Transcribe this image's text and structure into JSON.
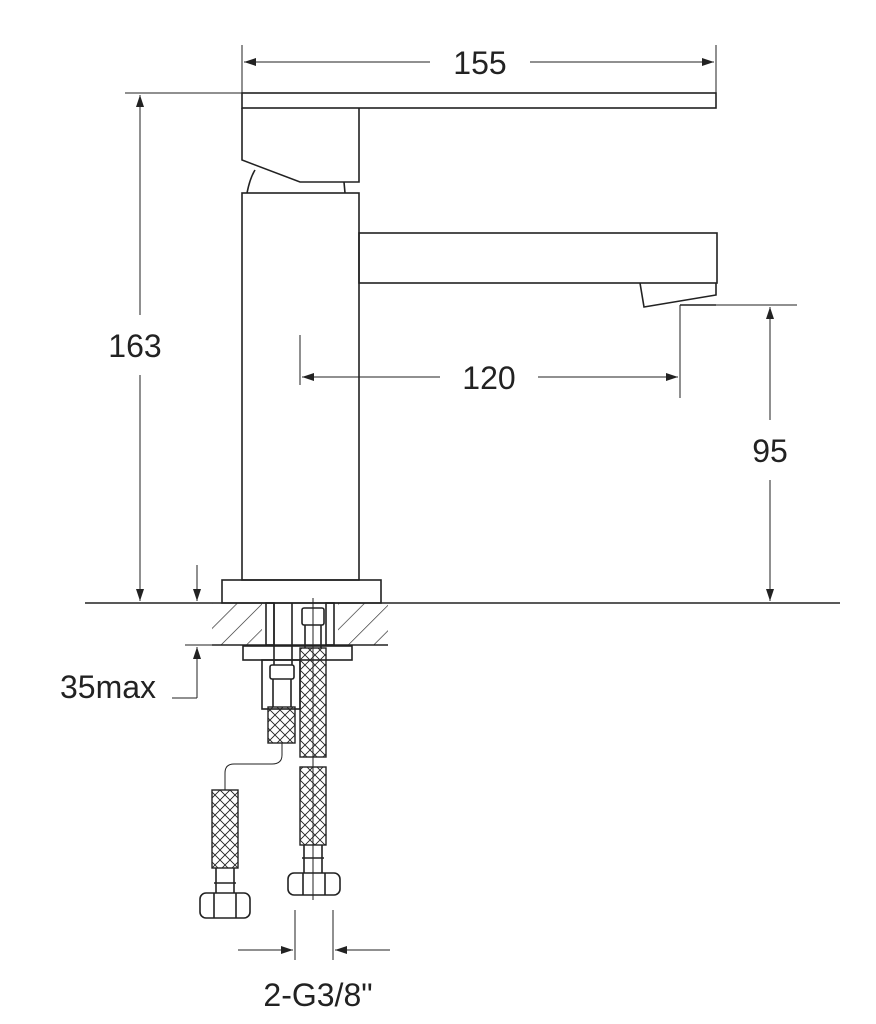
{
  "title": "Basin mixer dimension drawing",
  "dimensions": {
    "overall_width": "155",
    "overall_height": "163",
    "spout_reach": "120",
    "spout_height": "95",
    "counter_thickness": "35max",
    "connection": "2-G3/8\""
  },
  "colors": {
    "line": "#222222",
    "background": "#ffffff"
  }
}
